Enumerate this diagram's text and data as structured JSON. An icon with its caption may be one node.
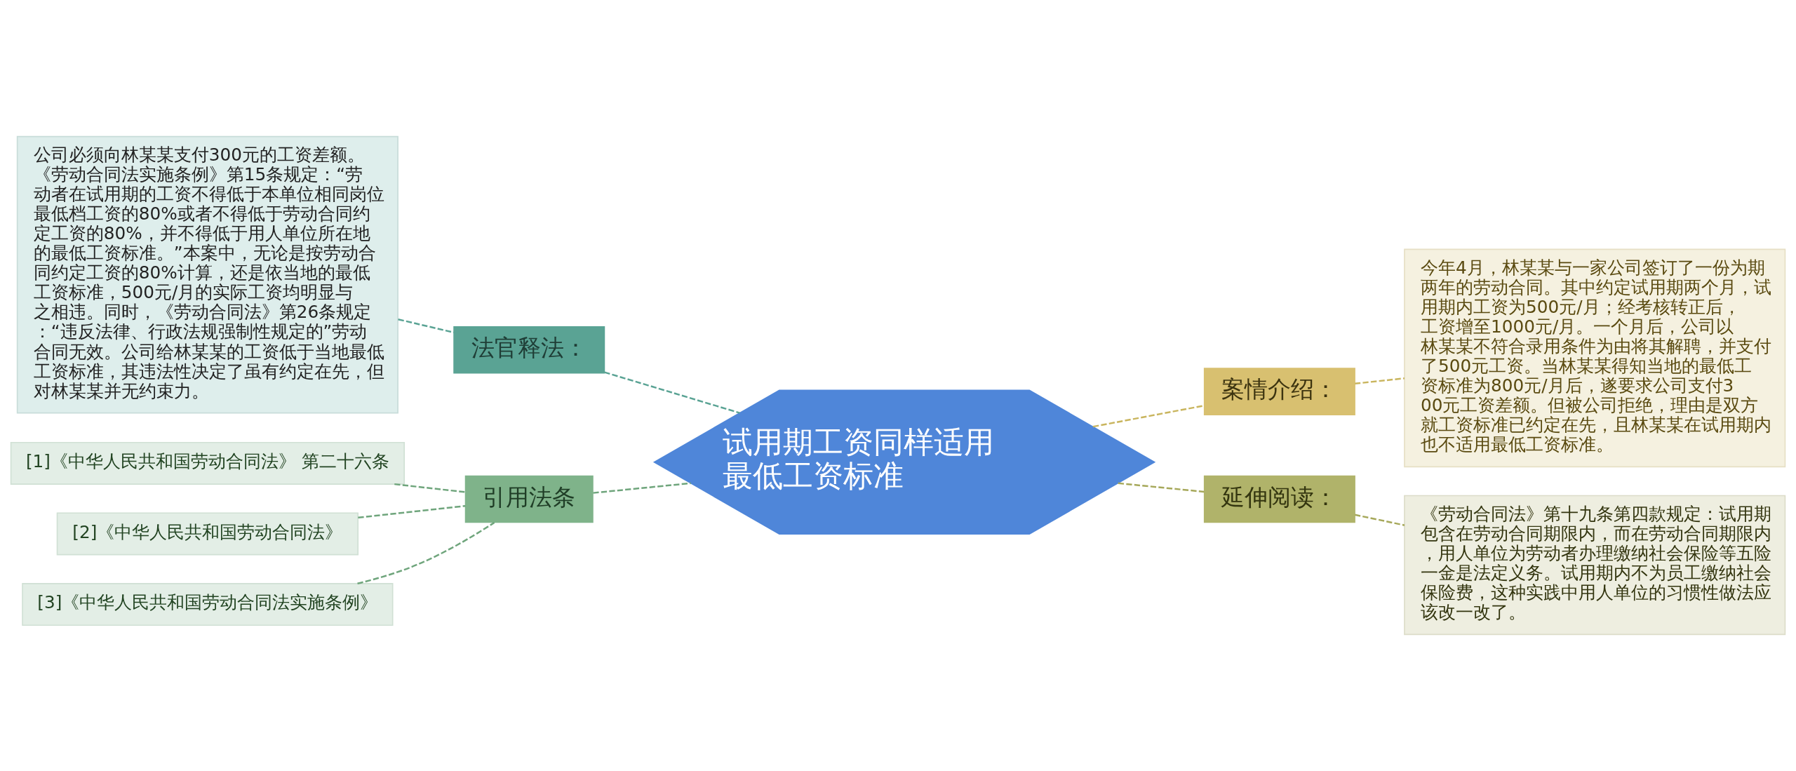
{
  "diagram": {
    "nodes": [
      {
        "text": [
          "试用期工资同样适用最低工资标准"
        ]
      },
      {
        "text": [
          "法官释法："
        ]
      },
      {
        "text": [
          "公司必须向林某某支付300元的工资差额。《劳动合同法实施条例》第15条规定：“劳动者在试用期的工资不得低于本单位相同岗位最低档工资的80%或者不得低于劳动合同约定工资的80%，并不得低于用人单位所在地的最低工资标准。”本案中，无论是按劳动合同约定工资的80%计算，还是依当地的最低工资标准，500元/月的实际工资均明显与之相违。同时，《劳动合同法》第26条规定：“违反法律、行政法规强制性规定的”劳动合同无效。公司给林某某的工资低于当地最低工资标准，其违法性决定了虽有约定在先，但对林某某并无约束力。"
        ]
      },
      {
        "text": [
          "引用法条"
        ]
      },
      {
        "text": [
          "[1]《中华人民共和国劳动合同法》 第二十六条"
        ]
      },
      {
        "text": [
          "[2]《中华人民共和国劳动合同法》"
        ]
      },
      {
        "text": [
          "[3]《中华人民共和国劳动合同法实施条例》"
        ]
      },
      {
        "text": [
          "案情介绍："
        ]
      },
      {
        "text": [
          "今年4月，林某某与一家公司签订了一份为期两年的劳动合同。其中约定试用期两个月，试用期内工资为500元/月；经考核转正后，工资增至1000元/月。一个月后，公司以林某某不符合录用条件为由将其解聘，并支付了500元工资。当林某某得知当地的最低工资标准为800元/月后，遂要求公司支付300元工资差额。但被公司拒绝，理由是双方就工资标准已约定在先，且林某某在试用期内也不适用最低工资标准。"
        ]
      },
      {
        "text": [
          "延伸阅读："
        ]
      },
      {
        "text": [
          "《劳动合同法》第十九条第四款规定：试用期包含在劳动合同期限内，而在劳动合同期限内，用人单位为劳动者办理缴纳社会保险等五险一金是法定义务。试用期内不为员工缴纳社会保险费，这种实践中用人单位的习惯性做法应该改一改了。"
        ]
      }
    ],
    "edges": [
      {
        "from": 0,
        "to": 1,
        "arrow": "none",
        "style": "dashed",
        "color": "#5aa394"
      },
      {
        "from": 1,
        "to": 2,
        "arrow": "none",
        "style": "dashed",
        "color": "#5aa394"
      },
      {
        "from": 0,
        "to": 3,
        "arrow": "none",
        "style": "dashed",
        "color": "#6fa57c"
      },
      {
        "from": 3,
        "to": 4,
        "arrow": "none",
        "style": "dashed",
        "color": "#6fa57c"
      },
      {
        "from": 3,
        "to": 5,
        "arrow": "none",
        "style": "dashed",
        "color": "#6fa57c"
      },
      {
        "from": 3,
        "to": 6,
        "arrow": "none",
        "style": "dashed",
        "color": "#6fa57c"
      },
      {
        "from": 0,
        "to": 7,
        "arrow": "none",
        "style": "dashed",
        "color": "#c9b55e"
      },
      {
        "from": 7,
        "to": 8,
        "arrow": "none",
        "style": "dashed",
        "color": "#c9b55e"
      },
      {
        "from": 0,
        "to": 9,
        "arrow": "none",
        "style": "dashed",
        "color": "#a6a85a"
      },
      {
        "from": 9,
        "to": 10,
        "arrow": "none",
        "style": "dashed",
        "color": "#a6a85a"
      }
    ]
  }
}
